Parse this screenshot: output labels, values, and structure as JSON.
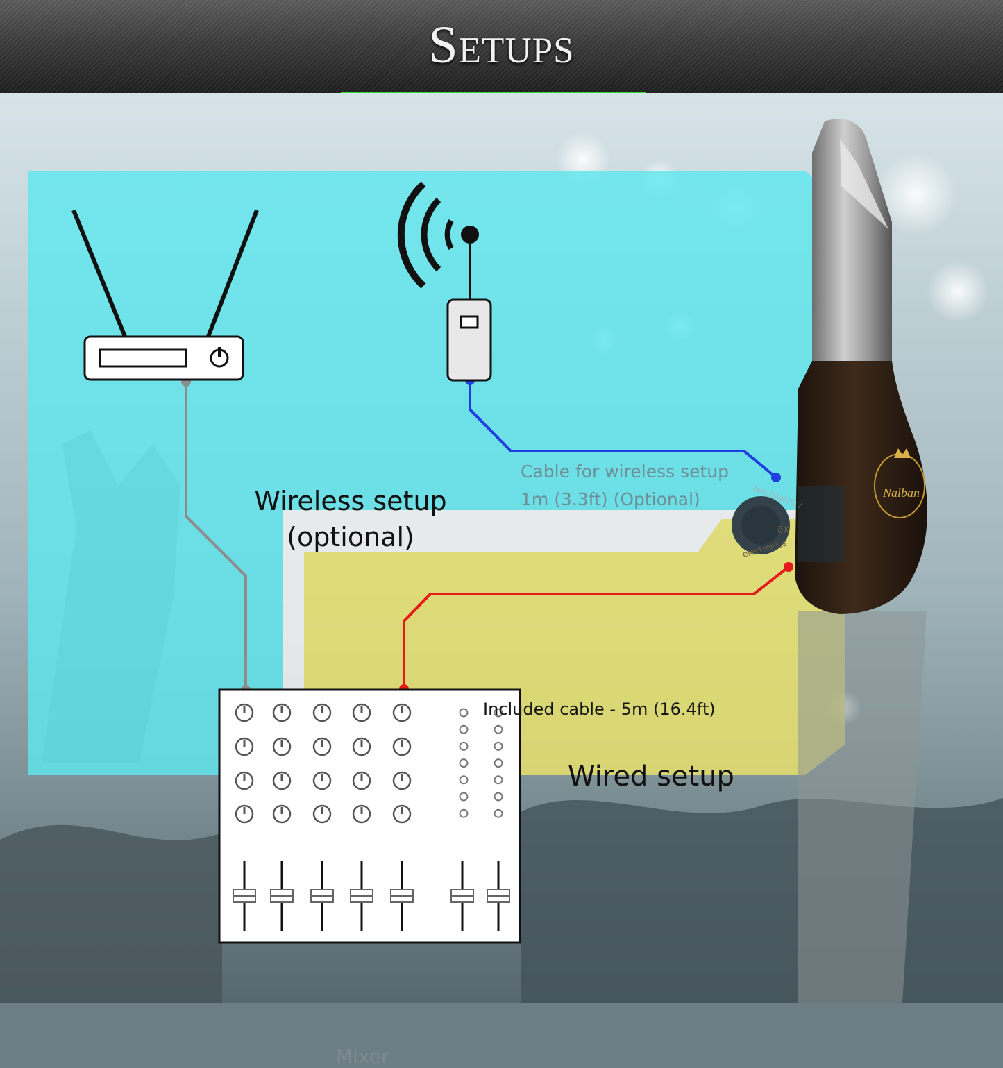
{
  "header": {
    "title": "Setups"
  },
  "labels": {
    "wireless_setup_line1": "Wireless setup",
    "wireless_setup_line2": "(optional)",
    "cable_wireless_line1": "Cable for wireless setup",
    "cable_wireless_line2": "1m (3.3ft)  (Optional)",
    "included_cable": "Included cable - 5m (16.4ft)",
    "wired_setup": "Wired setup",
    "mixer": "Mixer"
  },
  "mouthpiece": {
    "logo_text": "Nalban",
    "pickup_text_top": "NALBANTOV",
    "pickup_text_bottom": "electronics",
    "pickup_model": "8X"
  },
  "colors": {
    "accent_bar": "#39d934",
    "wireless_zone": "#5fe6ee",
    "wired_zone": "#ece36a",
    "wireless_cable": "#1f3fe0",
    "wired_cable": "#e51a1a",
    "receiver_cable": "#8c8c8c"
  },
  "icons": [
    "wireless-receiver-icon",
    "bodypack-transmitter-icon",
    "radio-waves-icon",
    "mixer-icon",
    "mouthpiece-image"
  ]
}
